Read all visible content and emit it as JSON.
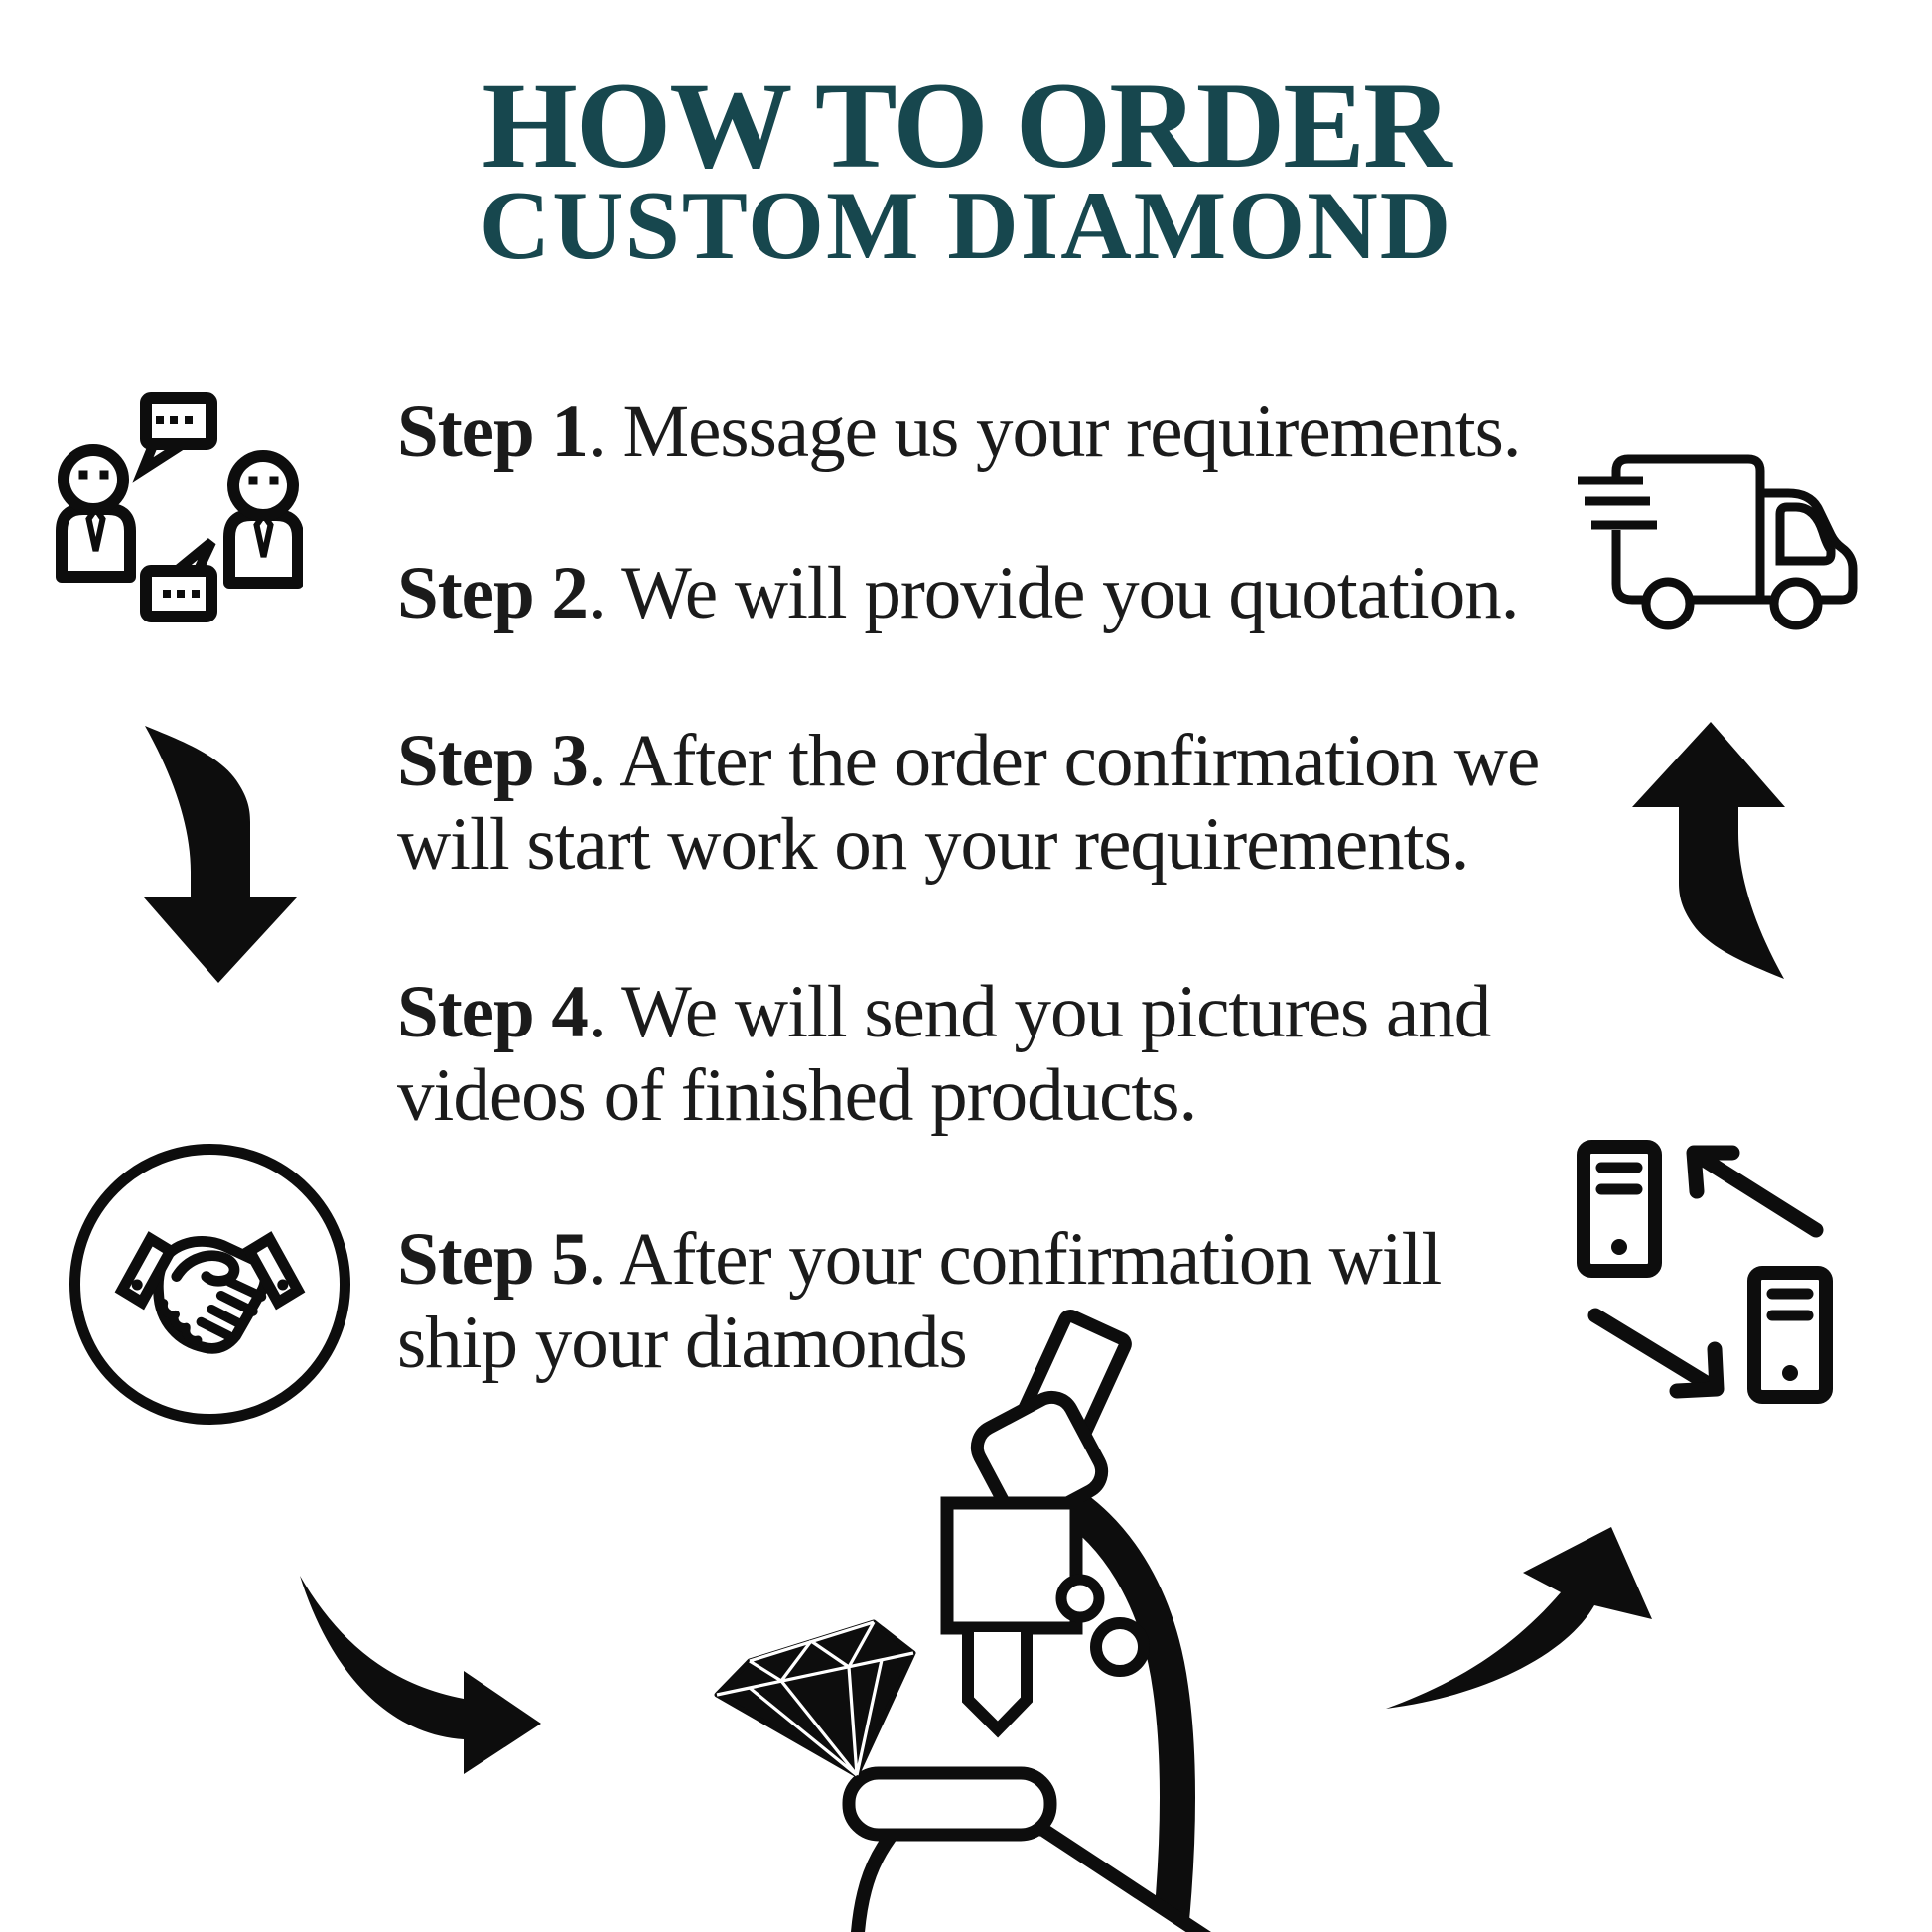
{
  "title": {
    "line1": "HOW TO ORDER",
    "line2": "CUSTOM DIAMOND",
    "color": "#17474e"
  },
  "steps": [
    {
      "label": "Step 1",
      "lines": [
        ". Message us your requirements."
      ]
    },
    {
      "label": "Step 2",
      "lines": [
        ". We will provide you quotation."
      ]
    },
    {
      "label": "Step 3",
      "lines": [
        ". After the order confirmation we",
        "will start work on your requirements."
      ]
    },
    {
      "label": "Step 4",
      "lines": [
        ". We will send you pictures and",
        "videos of finished products."
      ]
    },
    {
      "label": "Step 5",
      "lines": [
        ". After your confirmation will",
        "ship your diamonds"
      ]
    }
  ],
  "icons": [
    {
      "name": "conversation-icon",
      "meaning": "two people chatting with speech bubbles"
    },
    {
      "name": "delivery-truck-icon",
      "meaning": "fast shipping truck"
    },
    {
      "name": "curved-arrow-down-icon",
      "meaning": "flow arrow pointing down"
    },
    {
      "name": "curved-arrow-up-icon",
      "meaning": "flow arrow pointing up"
    },
    {
      "name": "handshake-icon",
      "meaning": "agreement handshake in circle"
    },
    {
      "name": "data-transfer-icon",
      "meaning": "two servers exchanging data"
    },
    {
      "name": "microscope-diamond-icon",
      "meaning": "diamond inspected under microscope"
    },
    {
      "name": "curved-arrow-right-icon",
      "meaning": "flow arrow pointing right"
    },
    {
      "name": "curved-arrow-up-right-icon",
      "meaning": "flow arrow pointing up right"
    }
  ],
  "colors": {
    "background": "#ffffff",
    "ink": "#0d0d0d",
    "text": "#1b1b1b",
    "accent": "#17474e"
  }
}
